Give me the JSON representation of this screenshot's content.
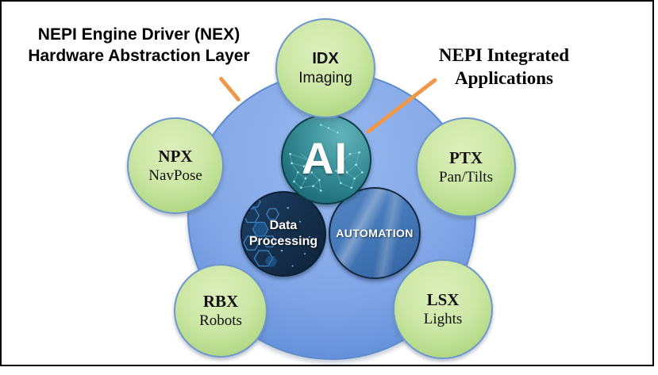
{
  "labels": {
    "hal": {
      "line1": "NEPI Engine Driver (NEX)",
      "line2": "Hardware Abstraction Layer"
    },
    "apps": {
      "line1": "NEPI Integrated",
      "line2": "Applications"
    }
  },
  "hub": {
    "ai": {
      "label": "AI"
    },
    "data_processing": {
      "line1": "Data",
      "line2": "Processing"
    },
    "automation": {
      "label": "AUTOMATION"
    }
  },
  "modules": [
    {
      "acronym": "IDX",
      "name": "Imaging"
    },
    {
      "acronym": "NPX",
      "name": "NavPose"
    },
    {
      "acronym": "PTX",
      "name": "Pan/Tilts"
    },
    {
      "acronym": "RBX",
      "name": "Robots"
    },
    {
      "acronym": "LSX",
      "name": "Lights"
    }
  ],
  "colors": {
    "callout_accent": "#F0984A",
    "platform_blue": "#89ACE9",
    "module_green": "#CDE7A6",
    "module_border_blue": "#6D97CD",
    "ai_teal": "#2D7E88",
    "data_processing_navy": "#16314F",
    "automation_blue": "#4276B6",
    "frame_border": "#000000"
  }
}
